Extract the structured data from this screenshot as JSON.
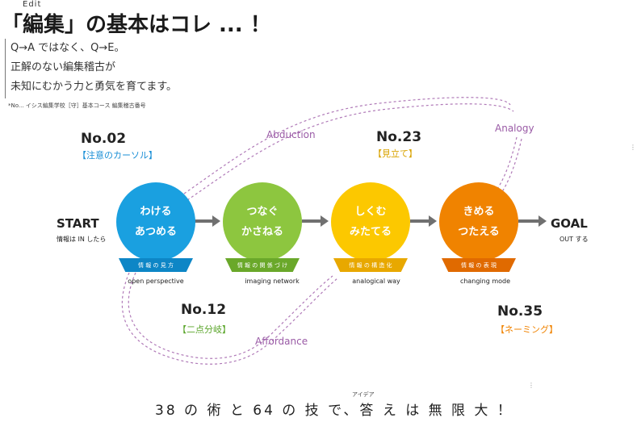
{
  "header": {
    "title_ruby": "Edit",
    "title": "「編集」の基本はコレ ... ！",
    "intro_lines": [
      "Q→A ではなく、Q→E。",
      "正解のない編集稽古が",
      "未知にむかう力と勇気を育てます。"
    ],
    "footnote": "*No... イシス編集学校［守］基本コース 編集稽古番号"
  },
  "start": {
    "label": "START",
    "sub": "情報は IN したら"
  },
  "goal": {
    "label": "GOAL",
    "sub": "OUT する"
  },
  "steps": [
    {
      "no": "No.02",
      "name": "【注意のカーソル】",
      "line1": "わける",
      "line2": "あつめる",
      "banner": "情 報 の 見 方",
      "caption": "open perspective",
      "color": "#1aa0e0",
      "banner_color": "#0d86c6",
      "name_color": "#1a8fd6"
    },
    {
      "no": "No.12",
      "name": "【二点分岐】",
      "line1": "つなぐ",
      "line2": "かさねる",
      "banner": "情 報 の 関 係 づ け",
      "caption": "imaging network",
      "color": "#8dc63f",
      "banner_color": "#6aa82a",
      "name_color": "#5aa52a"
    },
    {
      "no": "No.23",
      "name": "【見立て】",
      "line1": "しくむ",
      "line2": "みたてる",
      "banner": "情 報 の 構 造 化",
      "caption": "analogical way",
      "color": "#fcc800",
      "banner_color": "#e8a800",
      "name_color": "#d9a300"
    },
    {
      "no": "No.35",
      "name": "【ネーミング】",
      "line1": "きめる",
      "line2": "つたえる",
      "banner": "情 報 の 表 現",
      "caption": "changing mode",
      "color": "#f08300",
      "banner_color": "#e06a00",
      "name_color": "#f08300"
    }
  ],
  "processes": {
    "abduction": "Abduction",
    "analogy": "Analogy",
    "affordance": "Affordance"
  },
  "footer": {
    "text": "38 の 術 と 64 の 技 で、答 え は 無 限 大 ！",
    "ruby": "アイデア"
  }
}
